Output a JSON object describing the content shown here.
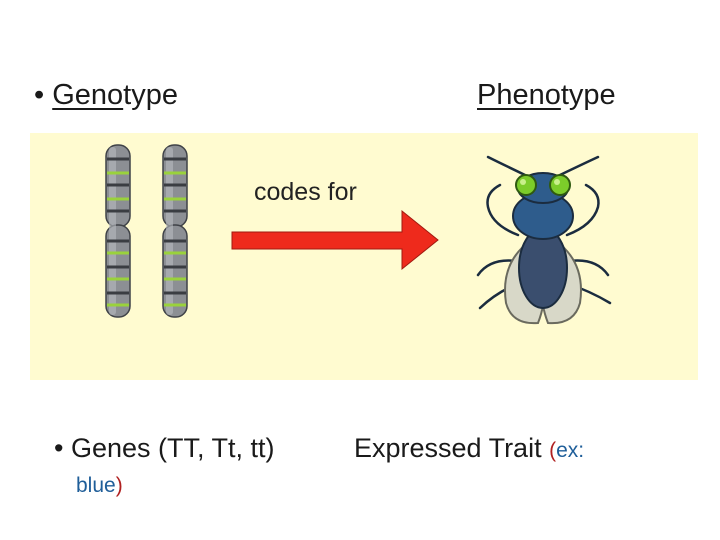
{
  "header": {
    "genotype_bullet": "•",
    "genotype_underlined": "Geno",
    "genotype_rest": "type",
    "phenotype_underlined": "Pheno",
    "phenotype_rest": "type"
  },
  "diagram": {
    "arrow_label": "codes for",
    "colors": {
      "panel_background": "#fffbd0",
      "arrow_red": "#ee2a1c",
      "chromosome_gray": "#8c8f94",
      "band_green": "#9ad23c",
      "fly_body_blue": "#2e5c8c",
      "fly_eye_green": "#7ccc2a",
      "wing_gray": "#d8d8c8"
    }
  },
  "bottom": {
    "genes_bullet": "•",
    "genes_text": "Genes (TT, Tt, tt)",
    "trait_text": "Expressed Trait",
    "paren_open": "(",
    "example_prefix": "ex:",
    "example_value": "blue",
    "paren_close": ")"
  }
}
